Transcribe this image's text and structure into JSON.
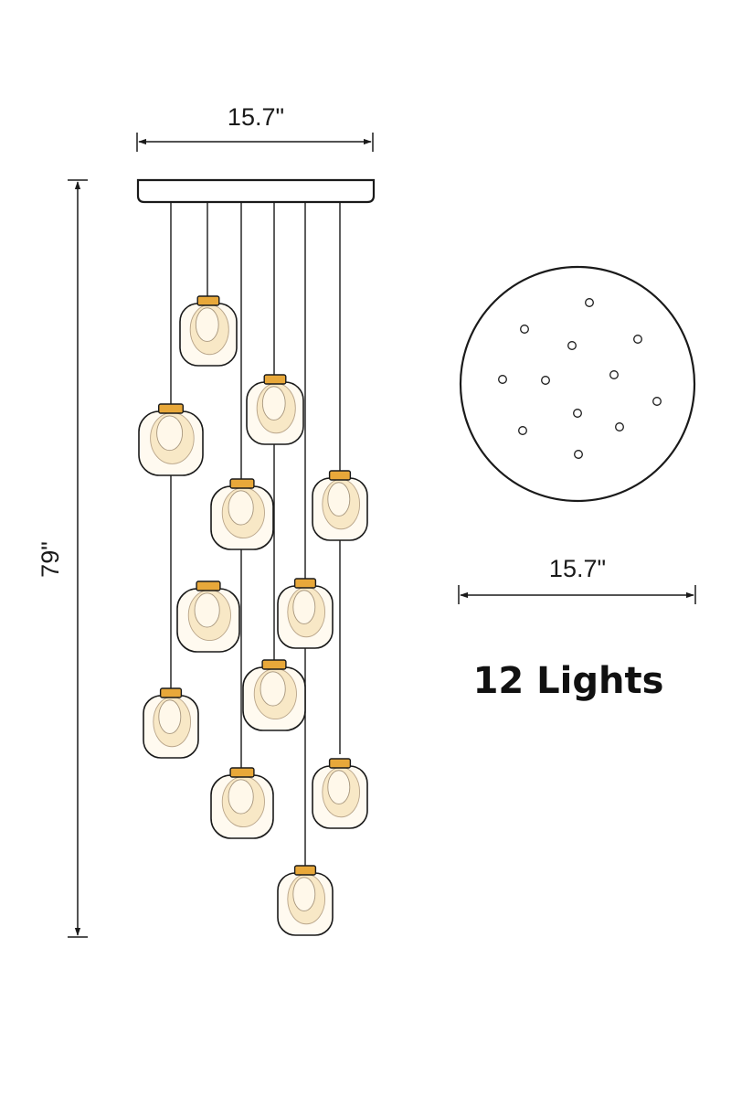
{
  "dimensions": {
    "canopy_width": "15.7\"",
    "overall_height": "79\"",
    "canopy_diameter": "15.7\""
  },
  "light_count_label": "12 Lights",
  "colors": {
    "line": "#1a1a1a",
    "cap": "#e8a83a",
    "glass": "#fffaf0",
    "glass_tint": "#f8e8c6",
    "bulb": "#fff8ea"
  }
}
